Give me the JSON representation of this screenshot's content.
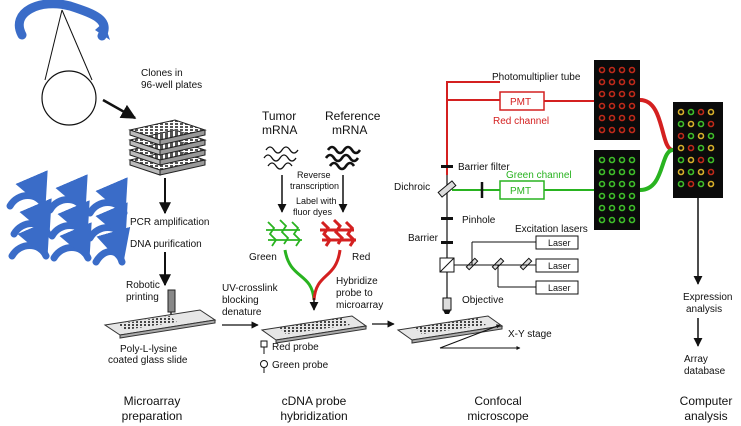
{
  "labels": {
    "clones": [
      "Clones in",
      "96-well plates"
    ],
    "pcr": "PCR amplification",
    "dna": "DNA purification",
    "robotic": [
      "Robotic",
      "printing"
    ],
    "slide": [
      "Poly-L-lysine",
      "coated glass slide"
    ],
    "uv": [
      "UV-crosslink",
      "blocking",
      "denature"
    ],
    "tumor": [
      "Tumor",
      "mRNA"
    ],
    "reference": [
      "Reference",
      "mRNA"
    ],
    "reverse": [
      "Reverse",
      "transcription"
    ],
    "label_dyes": [
      "Label with",
      "fluor dyes"
    ],
    "green": "Green",
    "red": "Red",
    "hybridize": [
      "Hybridize",
      "probe to",
      "microarray"
    ],
    "red_probe": "Red probe",
    "green_probe": "Green probe",
    "pmt_tube": "Photomultiplier tube",
    "pmt": "PMT",
    "red_channel": "Red channel",
    "green_channel": "Green channel",
    "barrier_filter": "Barrier filter",
    "dichroic": "Dichroic",
    "pinhole": "Pinhole",
    "barrier": "Barrier",
    "excitation": "Excitation lasers",
    "laser": "Laser",
    "objective": "Objective",
    "xy_stage": "X-Y stage",
    "expression": [
      "Expression",
      "analysis"
    ],
    "array_db": [
      "Array",
      "database"
    ]
  },
  "stages": [
    [
      "Microarray",
      "preparation"
    ],
    [
      "cDNA probe",
      "hybridization"
    ],
    [
      "Confocal",
      "microscope"
    ],
    [
      "Computer",
      "analysis"
    ]
  ],
  "colors": {
    "red": "#d42020",
    "green": "#29b320",
    "blue": "#3a6cc8",
    "dark": "#111111"
  }
}
